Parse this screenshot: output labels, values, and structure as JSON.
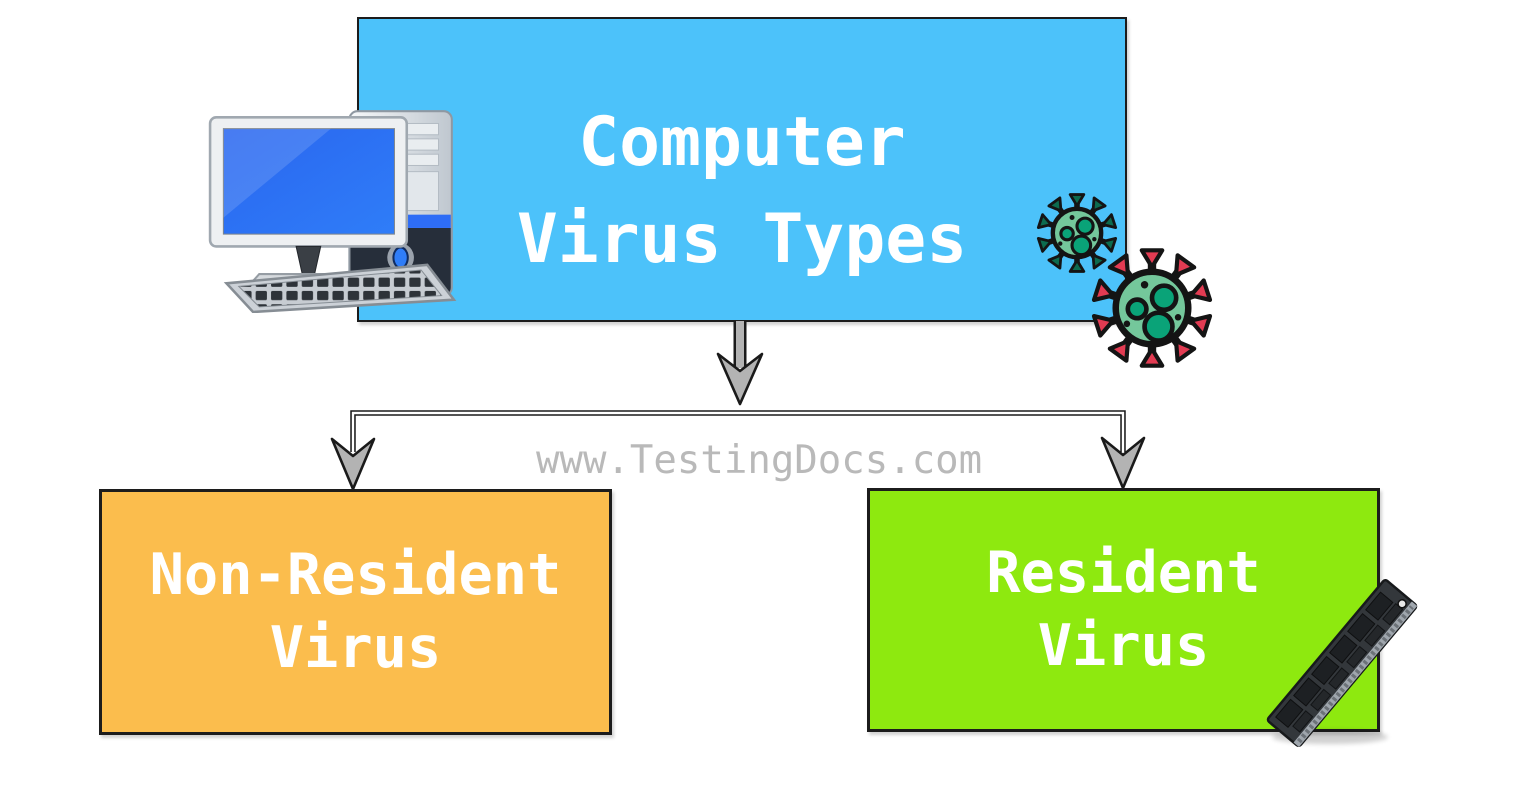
{
  "diagram": {
    "root": {
      "line1": "Computer",
      "line2": "Virus Types"
    },
    "children": [
      {
        "line1": "Non-Resident",
        "line2": "Virus"
      },
      {
        "line1": "Resident",
        "line2": "Virus"
      }
    ],
    "watermark": "www.TestingDocs.com"
  },
  "icons": [
    "desktop-computer-icon",
    "virus-icon-small",
    "virus-icon-large",
    "ram-memory-icon"
  ],
  "colors": {
    "box-blue": "#4cc2fa",
    "box-orange": "#fbbd4d",
    "box-green": "#8ee90f",
    "box-border": "#1c1c1c",
    "arrow-gray": "#b3b3b3",
    "arrow-outline": "#1a1a1a",
    "watermark-gray": "#b9b9b9",
    "virus-body": "#74c79b",
    "virus-spot": "#0aa378",
    "virus-spike-red": "#e23b52",
    "virus-spike-teal": "#0d6b4f",
    "label-text": "#ffffff"
  }
}
